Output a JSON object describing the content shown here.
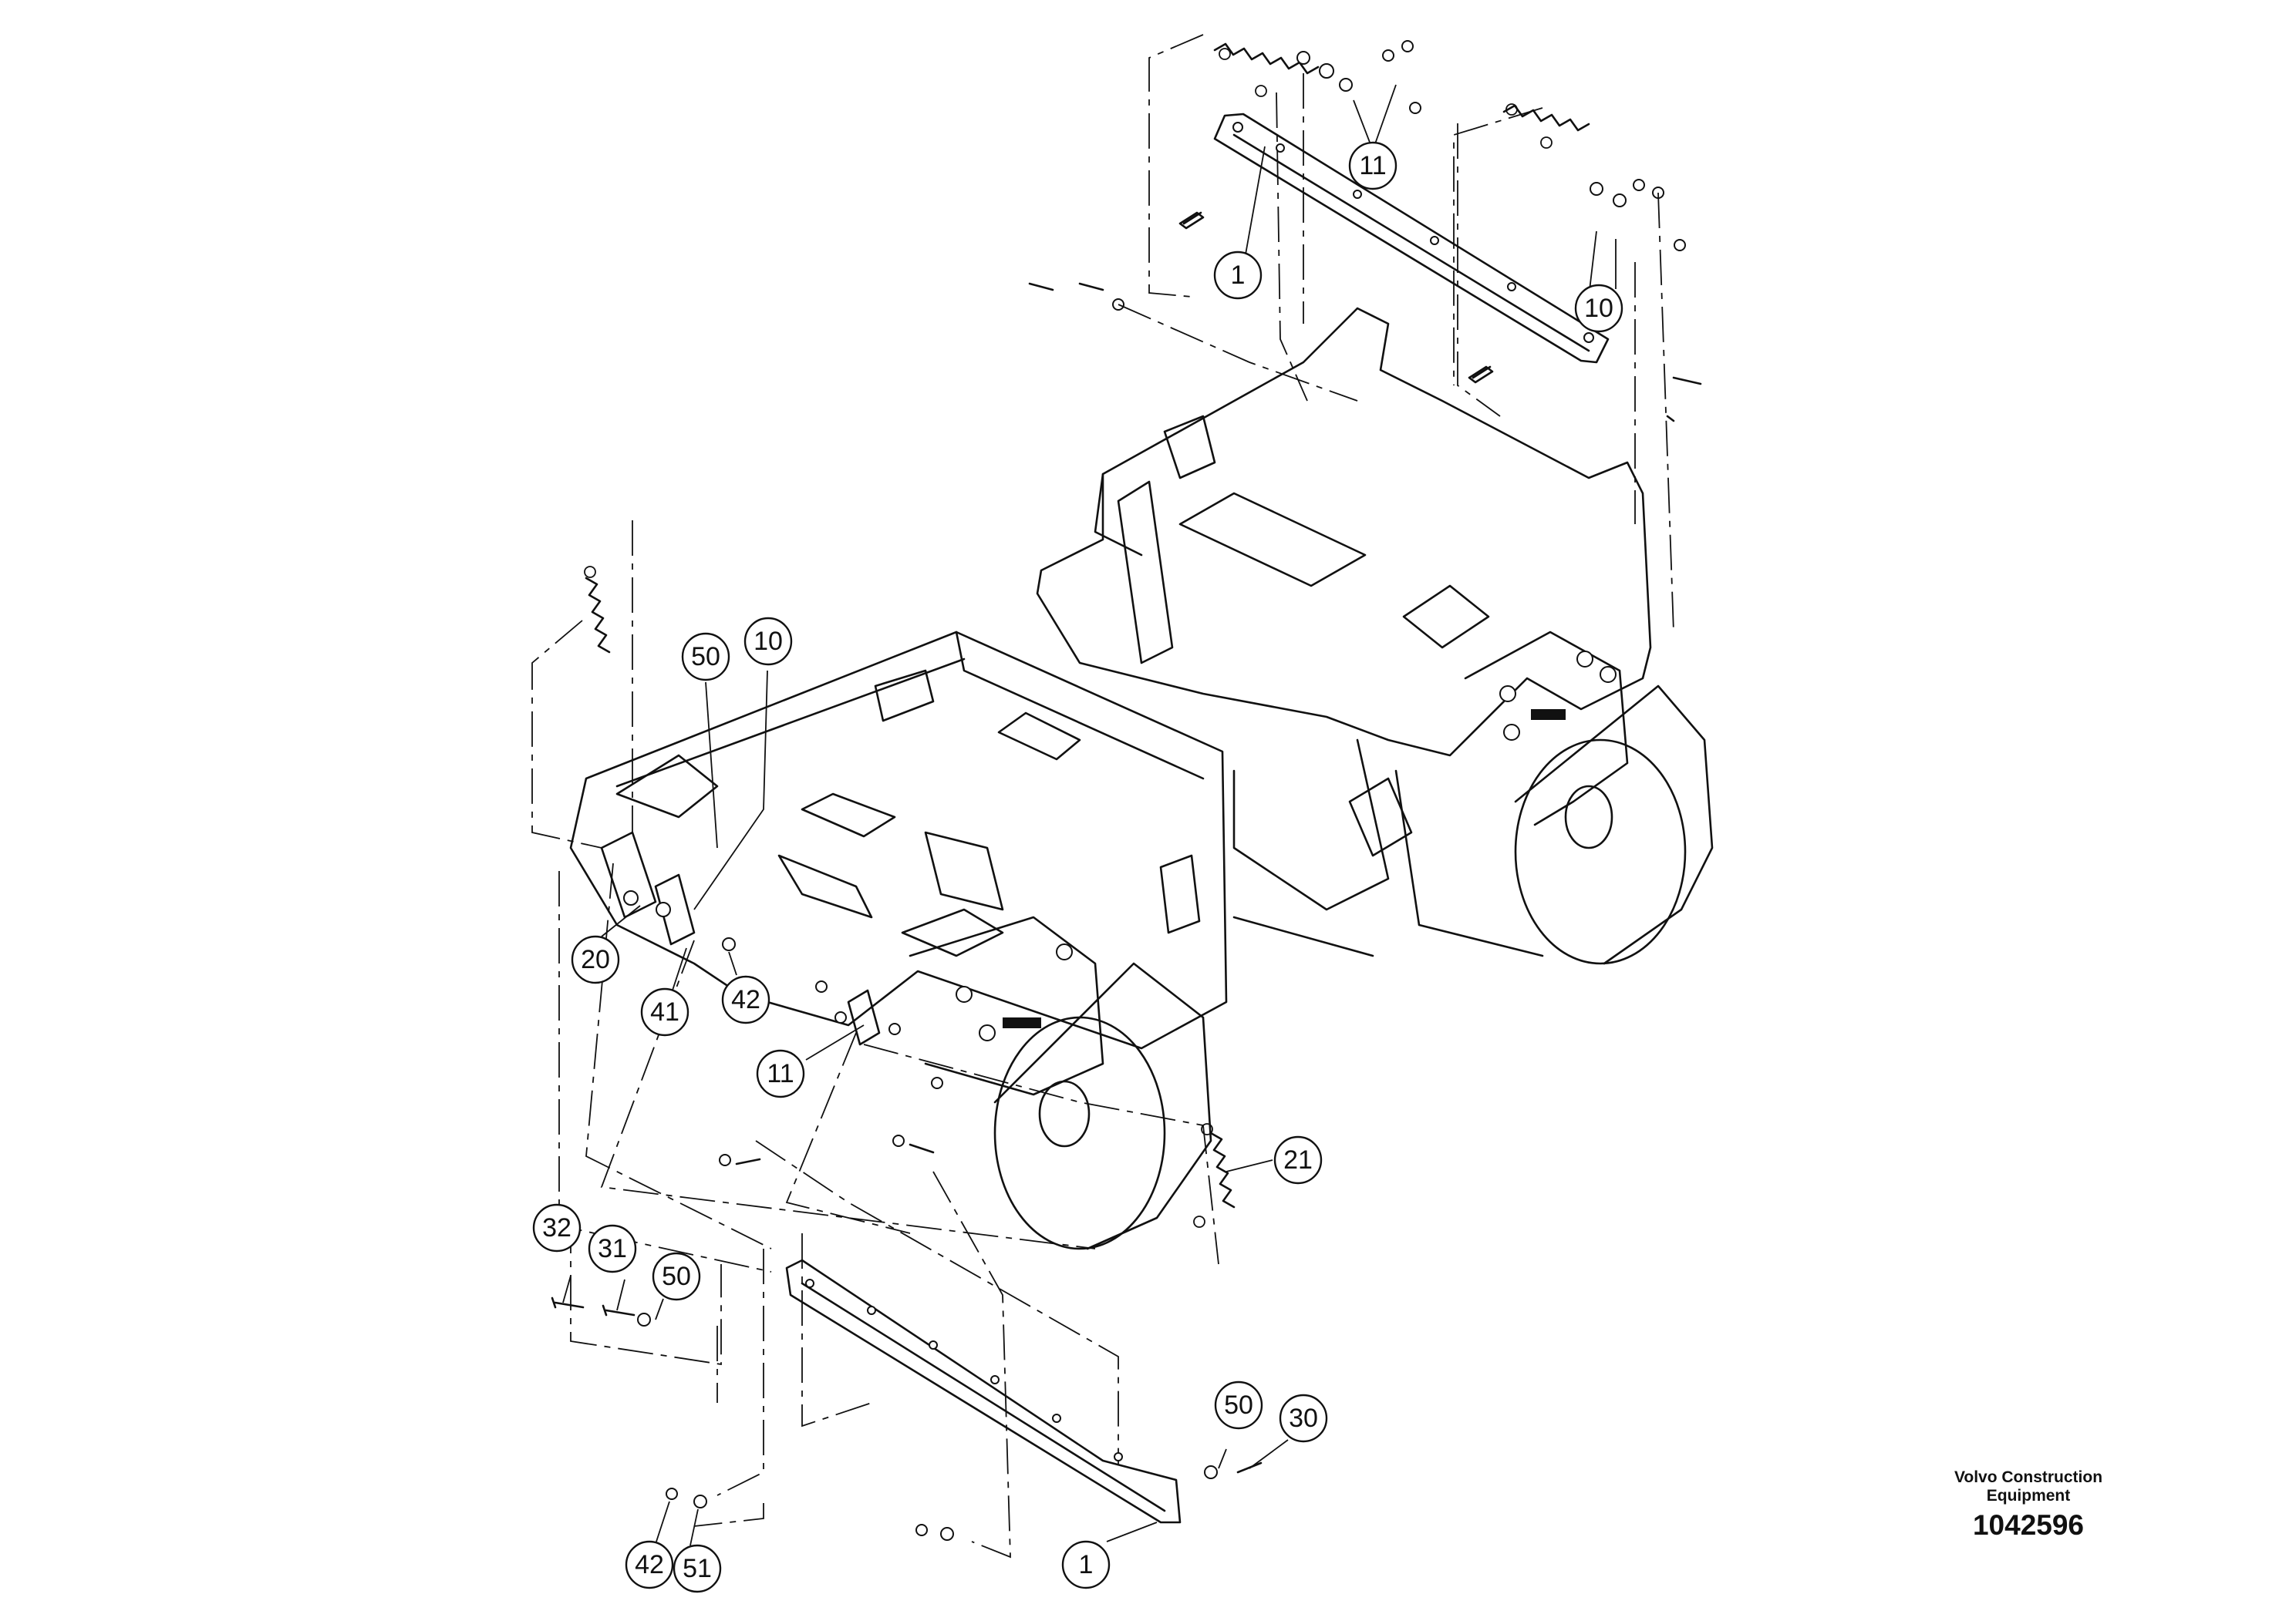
{
  "branding": {
    "company_line1": "Volvo Construction",
    "company_line2": "Equipment",
    "document_number": "1042596"
  },
  "callouts": [
    {
      "id": "c-11-top",
      "label": "11"
    },
    {
      "id": "c-1-top",
      "label": "1"
    },
    {
      "id": "c-10-top",
      "label": "10"
    },
    {
      "id": "c-50-mid",
      "label": "50"
    },
    {
      "id": "c-10-mid",
      "label": "10"
    },
    {
      "id": "c-20",
      "label": "20"
    },
    {
      "id": "c-41",
      "label": "41"
    },
    {
      "id": "c-42-mid",
      "label": "42"
    },
    {
      "id": "c-11-mid",
      "label": "11"
    },
    {
      "id": "c-21",
      "label": "21"
    },
    {
      "id": "c-32",
      "label": "32"
    },
    {
      "id": "c-31",
      "label": "31"
    },
    {
      "id": "c-50-low",
      "label": "50"
    },
    {
      "id": "c-50-right",
      "label": "50"
    },
    {
      "id": "c-30",
      "label": "30"
    },
    {
      "id": "c-42-bottom",
      "label": "42"
    },
    {
      "id": "c-51",
      "label": "51"
    },
    {
      "id": "c-1-bottom",
      "label": "1"
    }
  ]
}
